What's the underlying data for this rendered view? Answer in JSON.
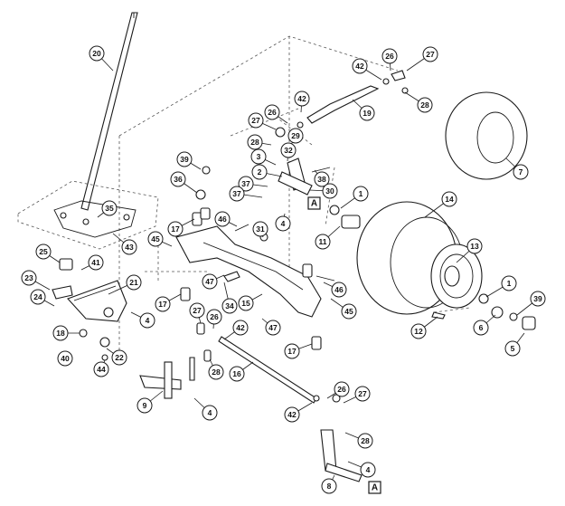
{
  "diagram": {
    "callouts": [
      "20",
      "42",
      "26",
      "27",
      "19",
      "28",
      "7",
      "26",
      "42",
      "27",
      "29",
      "32",
      "28",
      "3",
      "2",
      "38",
      "39",
      "36",
      "37",
      "30",
      "37",
      "A",
      "1",
      "35",
      "14",
      "4",
      "11",
      "46",
      "31",
      "45",
      "17",
      "25",
      "43",
      "41",
      "13",
      "23",
      "21",
      "24",
      "47",
      "34",
      "17",
      "15",
      "46",
      "45",
      "1",
      "39",
      "18",
      "4",
      "27",
      "26",
      "42",
      "47",
      "12",
      "6",
      "5",
      "40",
      "22",
      "44",
      "28",
      "17",
      "16",
      "9",
      "4",
      "42",
      "26",
      "27",
      "28",
      "4",
      "8",
      "A"
    ]
  }
}
